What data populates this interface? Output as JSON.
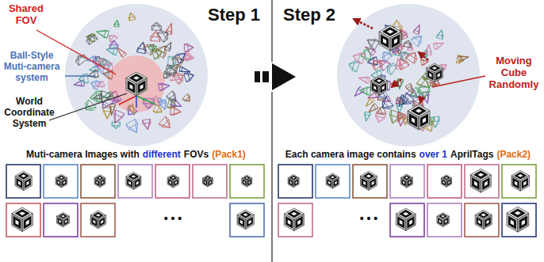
{
  "diagram": {
    "labels": [
      "Step 1",
      "Step 2",
      "Shared FOV",
      "Ball-Style Muti-camera system",
      "World Coordinate System",
      "Muti-camera Images with",
      "different",
      "FOVs",
      "(Pack1)",
      "• • •",
      "Moving Cube Randomly",
      "Each camera image contains",
      "over 1",
      "AprilTags",
      "(Pack2)",
      "• • •"
    ]
  }
}
